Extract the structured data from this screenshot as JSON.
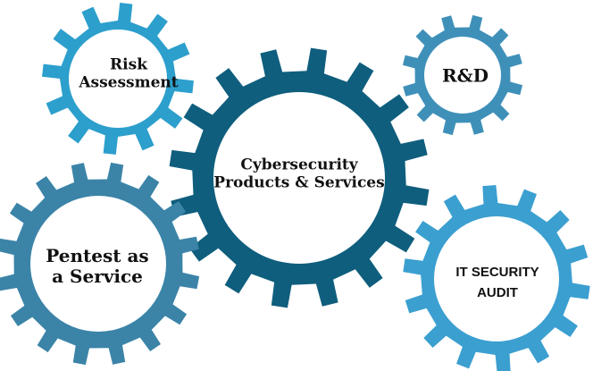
{
  "gears": [
    {
      "key": "risk",
      "line1": "Risk",
      "line2": "Assessment",
      "color": "#2c9fcc"
    },
    {
      "key": "rnd",
      "line1": "R&D",
      "line2": "",
      "color": "#3f90b9"
    },
    {
      "key": "center",
      "line1": "Cybersecurity",
      "line2": "Products & Services",
      "color": "#0f5e7d"
    },
    {
      "key": "pentest",
      "line1": "Pentest as",
      "line2": "a Service",
      "color": "#3b84a8"
    },
    {
      "key": "itaudit",
      "line1": "IT SECURITY",
      "line2": "AUDIT",
      "color": "#3b9fd0"
    }
  ]
}
